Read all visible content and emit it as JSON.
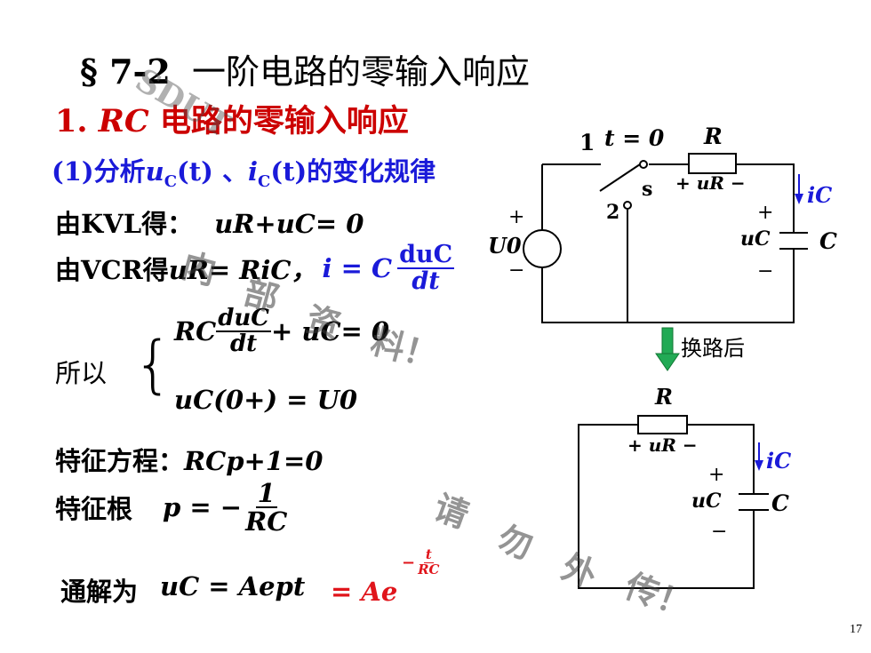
{
  "title": {
    "number": "§ 7-2",
    "text": "一阶电路的零输入响应"
  },
  "subtitle1": {
    "prefix": "1. ",
    "rc": "RC",
    "text": " 电路的零输入响应"
  },
  "subtitle2": {
    "pre": "(1)分析",
    "u": "u",
    "usub": "C",
    "mid": "(t) 、",
    "i": "i",
    "isub": "C",
    "post": "(t)的变化规律"
  },
  "kvl": {
    "label": "由KVL得：",
    "eq": "uR+uC= 0"
  },
  "vcr": {
    "label": "由VCR得",
    "eq1": "uR= RiC，",
    "eq2_lhs": "i = C",
    "num": "duC",
    "den": "dt"
  },
  "sys": {
    "label": "所以",
    "eq1_pre": "RC",
    "num": "duC",
    "den": "dt",
    "eq1_post": "+ uC= 0",
    "eq2": "uC(0+) = U0"
  },
  "char_eq": {
    "label": "特征方程：",
    "eq": "RCp+1=0"
  },
  "char_root": {
    "label": "特征根",
    "lhs": "p = −",
    "num": "1",
    "den": "RC"
  },
  "general": {
    "label": "通解为",
    "eq1": "uC = Aept",
    "eq2": "= Ae",
    "exp_num": "t",
    "exp_den": "RC",
    "exp_sign": "−"
  },
  "circuit1": {
    "n1": "1",
    "t0": "t = 0",
    "R": "R",
    "s": "s",
    "n2": "2",
    "uR": "+ uR −",
    "iC": "iC",
    "U0": "U0",
    "uC": "uC",
    "C": "C",
    "plus": "+",
    "minus": "−"
  },
  "arrow_label": "换路后",
  "circuit2": {
    "R": "R",
    "uR": "+ uR −",
    "iC": "iC",
    "uC": "uC",
    "C": "C",
    "plus": "+",
    "minus": "−"
  },
  "watermarks": {
    "w1": "SDUT",
    "w2": "内",
    "w3": "部",
    "w4": "资",
    "w5": "料！",
    "w6": "请",
    "w7": "勿",
    "w8": "外",
    "w9": "传！"
  },
  "page_number": "17"
}
